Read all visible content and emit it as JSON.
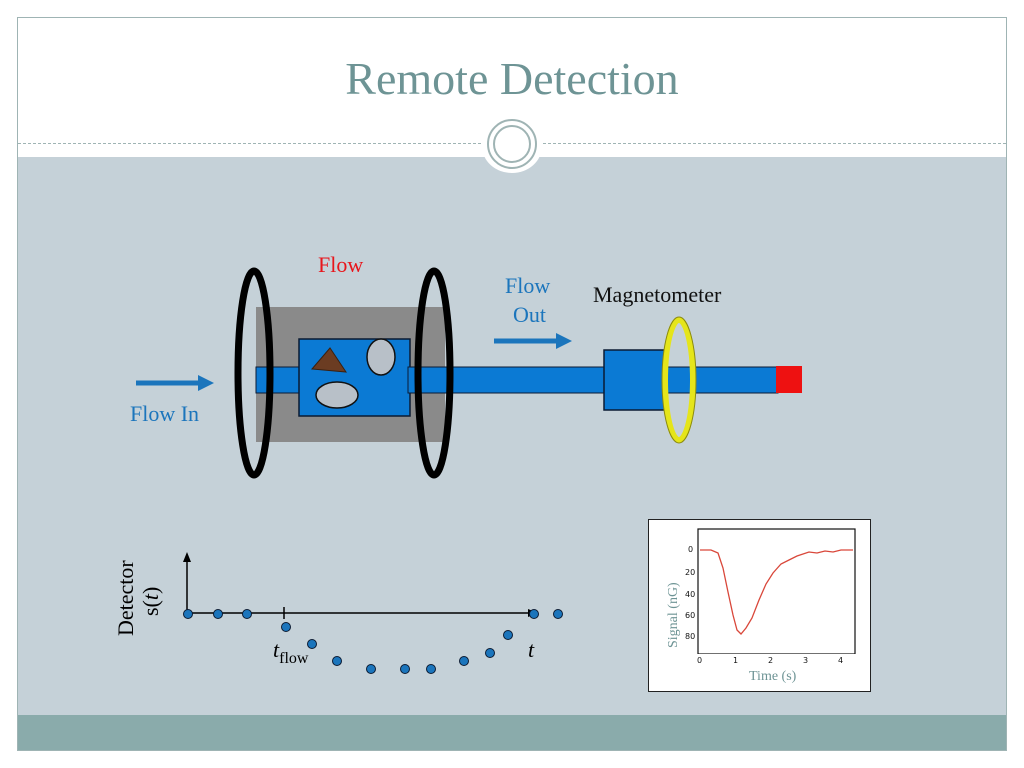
{
  "slide": {
    "title": "Remote Detection"
  },
  "labels": {
    "flow_top": "Flow",
    "flow_out": "Flow\nOut",
    "flow_out_line1": "Flow",
    "flow_out_line2": "Out",
    "magnetometer": "Magnetometer",
    "flow_in": "Flow In"
  },
  "detector_plot": {
    "ylabel_line1": "Detector",
    "ylabel_line2_prefix": "s(",
    "ylabel_line2_var": "t",
    "ylabel_line2_suffix": ")",
    "tflow_main": "t",
    "tflow_sub": "flow",
    "t_axis": "t"
  },
  "signal_inset": {
    "ylabel": "Signal (nG)",
    "xlabel": "Time (s)",
    "xticks": [
      "0",
      "1",
      "2",
      "3",
      "4"
    ],
    "yticks": [
      "0",
      "20",
      "40",
      "60",
      "80"
    ]
  },
  "colors": {
    "title": "#6e9495",
    "flow_red": "#e8151b",
    "flow_blue": "#1b75bc",
    "pipe_blue": "#0b7ad4",
    "chamber_gray": "#8a8a8a",
    "coil_yellow": "#e5e51a",
    "endcap_red": "#ee1111",
    "signal_red": "#d9473a"
  }
}
